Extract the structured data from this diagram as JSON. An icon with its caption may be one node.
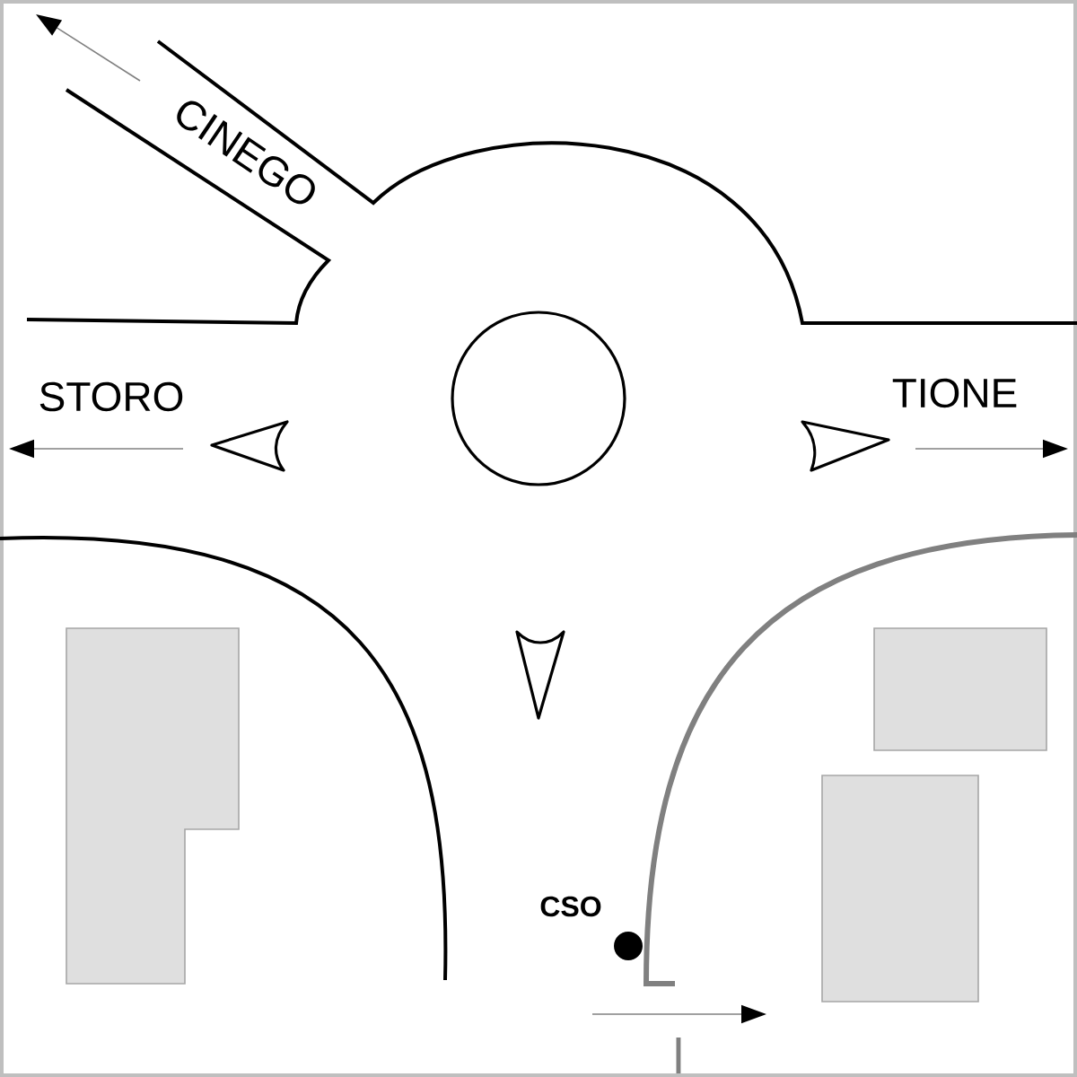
{
  "diagram": {
    "labels": [
      "CINEGO",
      "STORO",
      "TIONE",
      "CSO"
    ]
  }
}
